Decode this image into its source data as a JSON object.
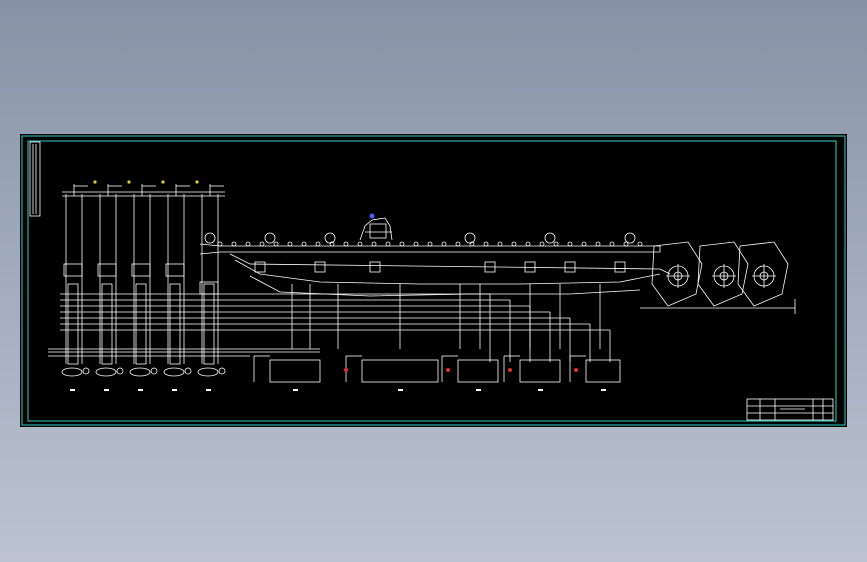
{
  "viewer": {
    "background_top": "#8792a6",
    "background_bottom": "#bcc3d0"
  },
  "drawing": {
    "sheet_color": "#000000",
    "border_color": "#2fd0c8",
    "line_color": "#ffffff",
    "marker_colors": [
      "#e0d040",
      "#e03030",
      "#4060ff"
    ],
    "unit_groups": 5,
    "tank_count": 5,
    "cylinder_groups": 3
  }
}
